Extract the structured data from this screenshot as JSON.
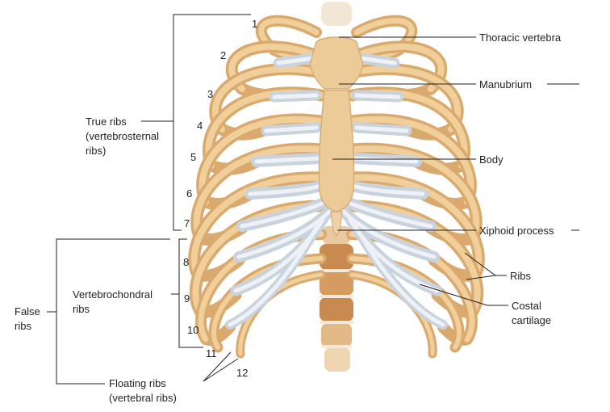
{
  "labels": {
    "thoracic_vertebra": "Thoracic vertebra",
    "manubrium": "Manubrium",
    "body": "Body",
    "xiphoid_process": "Xiphoid process",
    "ribs": "Ribs",
    "costal_cartilage_1": "Costal",
    "costal_cartilage_2": "cartilage",
    "true_ribs_1": "True ribs",
    "true_ribs_2": "(vertebrosternal",
    "true_ribs_3": "ribs)",
    "vertebrochondral_1": "Vertebrochondral",
    "vertebrochondral_2": "ribs",
    "false_ribs_1": "False",
    "false_ribs_2": "ribs",
    "floating_ribs_1": "Floating ribs",
    "floating_ribs_2": "(vertebral ribs)"
  },
  "rib_numbers": [
    "1",
    "2",
    "3",
    "4",
    "5",
    "6",
    "7",
    "8",
    "9",
    "10",
    "11",
    "12"
  ],
  "colors": {
    "bone": "#e8c38f",
    "bone_outline": "#d9a96d",
    "cartilage": "#dfe6ee",
    "vertebra_body": "#c98a4f",
    "text": "#231f20"
  }
}
